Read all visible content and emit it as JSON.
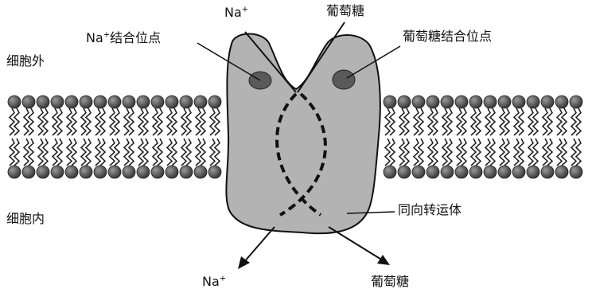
{
  "labels": {
    "extracellular": "细胞外",
    "intracellular": "细胞内",
    "na_top": "Na",
    "na_top_sup": "+",
    "glucose_top": "葡萄糖",
    "na_site": "Na",
    "na_site_sup": "+",
    "na_site_suffix": "结合位点",
    "glucose_site": "葡萄糖结合位点",
    "symporter": "同向转运体",
    "na_bottom": "Na",
    "na_bottom_sup": "+",
    "glucose_bottom": "葡萄糖"
  },
  "colors": {
    "protein_fill": "#b3b3b3",
    "site_fill": "#5a5a5a",
    "lipid_head": "#555555",
    "tail": "#222222"
  }
}
